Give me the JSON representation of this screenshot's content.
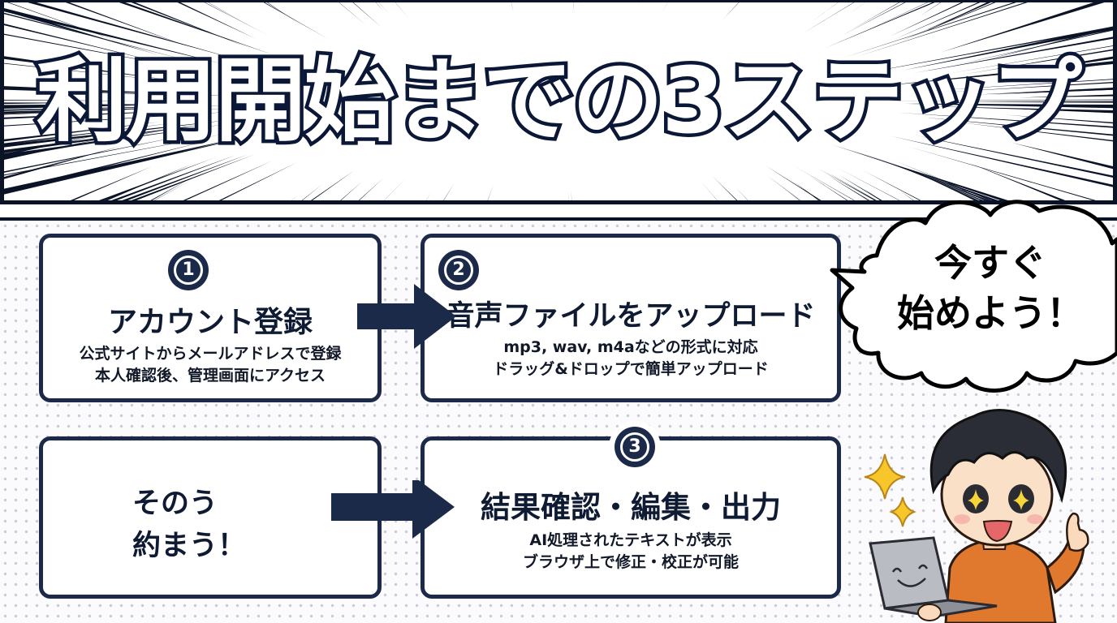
{
  "header": {
    "title": "利用開始までの3ステップ"
  },
  "steps": [
    {
      "number": "1",
      "title": "アカウント登録",
      "description": [
        "公式サイトからメールアドレスで登録",
        "本人確認後、管理画面にアクセス"
      ]
    },
    {
      "number": "2",
      "title": "音声ファイルをアップロード",
      "description": [
        "mp3, wav, m4aなどの形式に対応",
        "ドラッグ&ドロップで簡単アップロード"
      ]
    },
    {
      "number": "3",
      "title": "結果確認・編集・出力",
      "description": [
        "AI処理されたテキストが表示",
        "ブラウザ上で修正・校正が可能"
      ]
    }
  ],
  "extra_card": {
    "text": "そのう\n約まう！"
  },
  "speech_bubble": {
    "text": "今すぐ\n始めよう！"
  },
  "character": {
    "description": "anime boy with laptop pointing up",
    "laptop_face": "smiley"
  },
  "colors": {
    "navy": "#1c2a4a",
    "title_outline": "#0b1736",
    "hoodie": "#e0782e",
    "sparkle": "#f6c62b"
  }
}
